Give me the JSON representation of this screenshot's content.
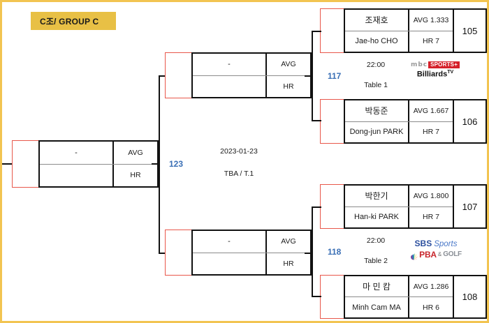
{
  "page": {
    "group_label": "C조/ GROUP C",
    "border_color": "#f2c451",
    "badge_color": "#e8c045",
    "match_number_color": "#3a6fb5",
    "slot_outline_color": "#e8574a"
  },
  "final_match": {
    "number": "123",
    "date": "2023-01-23",
    "table": "TBA / T.1",
    "slot_top": {
      "name": "-",
      "stat_top": "AVG",
      "stat_bottom": "HR"
    }
  },
  "semifinals": [
    {
      "id": "sf-top",
      "slot": {
        "name": "-",
        "stat_top": "AVG",
        "stat_bottom": "HR"
      }
    },
    {
      "id": "sf-bottom",
      "slot": {
        "name": "-",
        "stat_top": "AVG",
        "stat_bottom": "HR"
      }
    }
  ],
  "matches": [
    {
      "number": "117",
      "time": "22:00",
      "table": "Table 1",
      "broadcaster": {
        "name": "mbc-sports-billiards-tv",
        "line1_text": "mbc",
        "line1_badge": "SPORTS+",
        "line2_text": "Billiards",
        "line2_sup": "TV"
      },
      "players": [
        {
          "name_kr": "조재호",
          "name_en": "Jae-ho CHO",
          "avg": "AVG 1.333",
          "hr": "HR 7",
          "score": "105"
        },
        {
          "name_kr": "박동준",
          "name_en": "Dong-jun PARK",
          "avg": "AVG 1.667",
          "hr": "HR 7",
          "score": "106"
        }
      ]
    },
    {
      "number": "118",
      "time": "22:00",
      "table": "Table 2",
      "broadcaster": {
        "name": "sbs-sports-pba-golf",
        "line1_text": "SBS",
        "line1_badge": "Sports",
        "line2_text": "PBA",
        "line2_amp": "&",
        "line2_suffix": "GOLF"
      },
      "players": [
        {
          "name_kr": "박한기",
          "name_en": "Han-ki PARK",
          "avg": "AVG 1.800",
          "hr": "HR 7",
          "score": "107"
        },
        {
          "name_kr": "마 민 캄",
          "name_en": "Minh Cam MA",
          "avg": "AVG 1.286",
          "hr": "HR 6",
          "score": "108"
        }
      ]
    }
  ]
}
